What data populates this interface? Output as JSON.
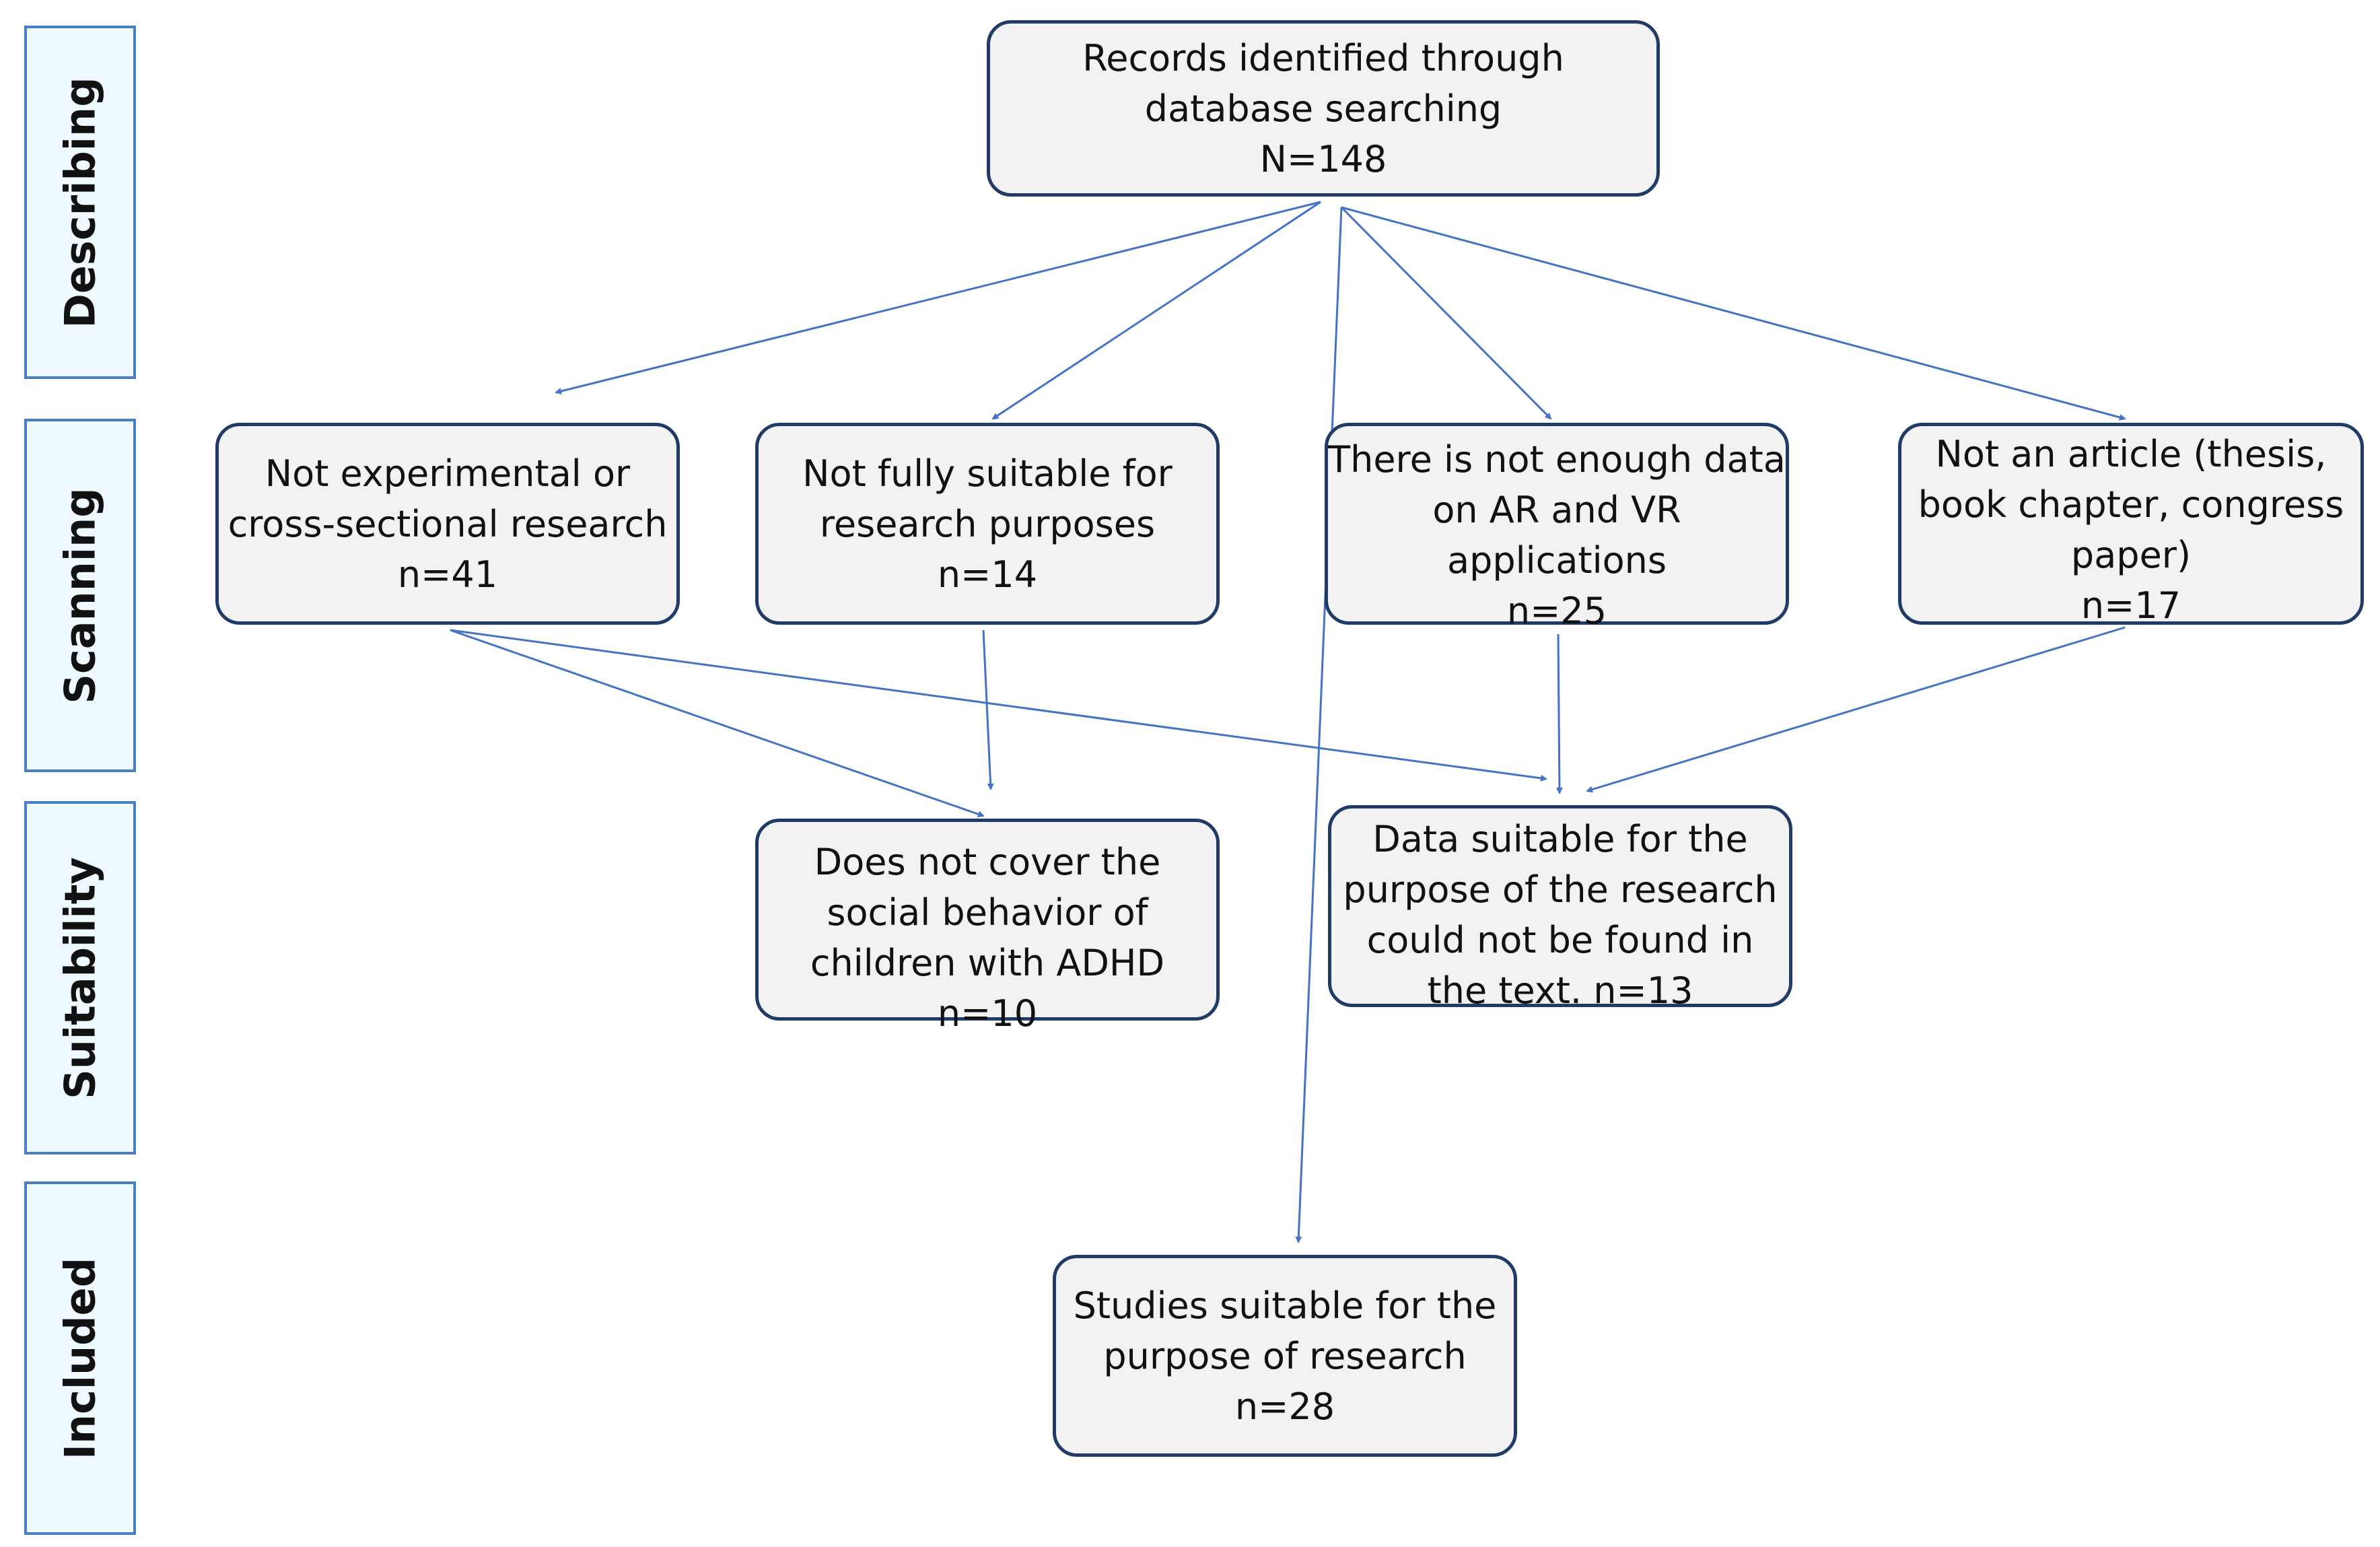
{
  "stages": [
    {
      "id": "describing",
      "label": "Describing"
    },
    {
      "id": "scanning",
      "label": "Scanning"
    },
    {
      "id": "suitability",
      "label": "Suitability"
    },
    {
      "id": "included",
      "label": "Included"
    }
  ],
  "boxes": {
    "records": {
      "lines": [
        "Records identified through",
        "database searching",
        "N=148"
      ]
    },
    "not_experimental": {
      "lines": [
        "Not experimental or",
        "cross-sectional research",
        "n=41"
      ]
    },
    "not_suitable": {
      "lines": [
        "Not fully suitable for",
        "research purposes",
        "n=14"
      ]
    },
    "not_enough_data": {
      "lines": [
        "There is not enough data",
        "on AR and VR",
        "applications",
        "n=25"
      ]
    },
    "not_article": {
      "lines": [
        "Not an article (thesis,",
        "book chapter, congress",
        "paper)",
        "n=17"
      ]
    },
    "social_behavior": {
      "lines": [
        "Does not cover the",
        "social behavior of",
        "children with ADHD",
        "n=10"
      ]
    },
    "data_not_found": {
      "lines": [
        "Data suitable for the",
        "purpose of the research",
        "could not be found in",
        "the text.   n=13"
      ]
    },
    "included": {
      "lines": [
        "Studies suitable for the",
        "purpose of research",
        "n=28"
      ]
    }
  },
  "colors": {
    "arrow": "#4472c4",
    "box_border": "#1f3b66",
    "box_fill": "#f2f2f2",
    "stage_border": "#4a7ec3",
    "stage_fill": "#eefaff"
  }
}
